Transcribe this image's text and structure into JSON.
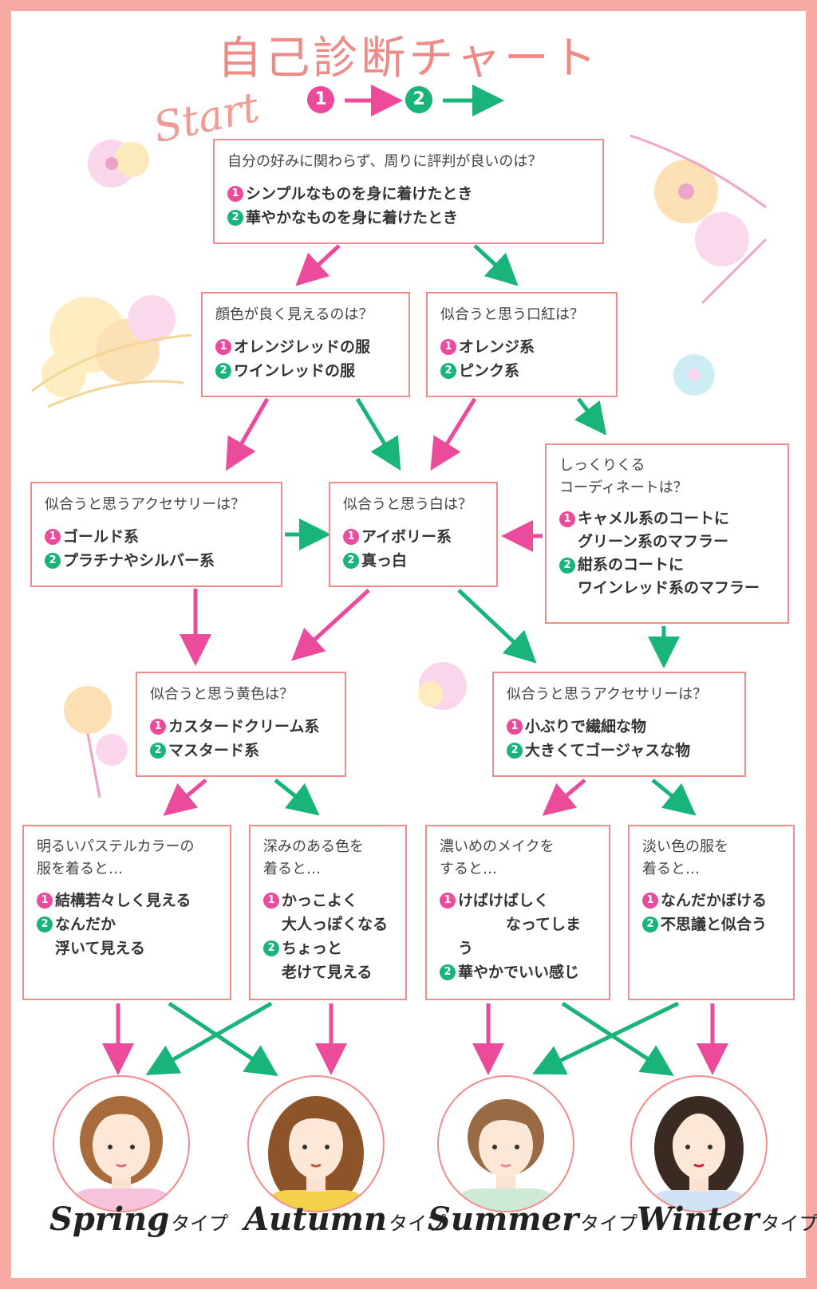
{
  "title": "自己診断チャート",
  "legend": [
    {
      "num": "1",
      "color": "#ec4a9a"
    },
    {
      "num": "2",
      "color": "#19b47a"
    }
  ],
  "start_label": "Start",
  "colors": {
    "pink": "#ec4a9a",
    "green": "#19b47a",
    "border": "#f28b8b",
    "frame": "#f7a9a3"
  },
  "q1": {
    "text": "自分の好みに関わらず、周りに評判が良いのは？",
    "opt1": "シンプルなものを身に着けたとき",
    "opt2": "華やかなものを身に着けたとき"
  },
  "q2": {
    "text": "顔色が良く見えるのは？",
    "opt1": "オレンジレッドの服",
    "opt2": "ワインレッドの服"
  },
  "q3": {
    "text": "似合うと思う口紅は？",
    "opt1": "オレンジ系",
    "opt2": "ピンク系"
  },
  "q4": {
    "text": "似合うと思うアクセサリーは？",
    "opt1": "ゴールド系",
    "opt2": "プラチナやシルバー系"
  },
  "q5": {
    "text": "似合うと思う白は？",
    "opt1": "アイボリー系",
    "opt2": "真っ白"
  },
  "q6": {
    "text1": "しっくりくる",
    "text2": "コーディネートは？",
    "opt1a": "キャメル系のコートに",
    "opt1b": "グリーン系のマフラー",
    "opt2a": "紺系のコートに",
    "opt2b": "ワインレッド系のマフラー"
  },
  "q7": {
    "text": "似合うと思う黄色は？",
    "opt1": "カスタードクリーム系",
    "opt2": "マスタード系"
  },
  "q8": {
    "text": "似合うと思うアクセサリーは？",
    "opt1": "小ぶりで繊細な物",
    "opt2": "大きくてゴージャスな物"
  },
  "q9": {
    "text1": "明るいパステルカラーの",
    "text2": "服を着ると…",
    "opt1": "結構若々しく見える",
    "opt2a": "なんだか",
    "opt2b": "浮いて見える"
  },
  "q10": {
    "text1": "深みのある色を",
    "text2": "着ると…",
    "opt1a": "かっこよく",
    "opt1b": "大人っぽくなる",
    "opt2a": "ちょっと",
    "opt2b": "老けて見える"
  },
  "q11": {
    "text1": "濃いめのメイクを",
    "text2": "すると…",
    "opt1a": "けばけばしく",
    "opt1b": "なってしまう",
    "opt2": "華やかでいい感じ"
  },
  "q12": {
    "text1": "淡い色の服を",
    "text2": "着ると…",
    "opt1": "なんだかぼける",
    "opt2": "不思議と似合う"
  },
  "results": [
    {
      "name": "Spring",
      "suffix": "タイプ"
    },
    {
      "name": "Autumn",
      "suffix": "タイプ"
    },
    {
      "name": "Summer",
      "suffix": "タイプ"
    },
    {
      "name": "Winter",
      "suffix": "タイプ"
    }
  ]
}
